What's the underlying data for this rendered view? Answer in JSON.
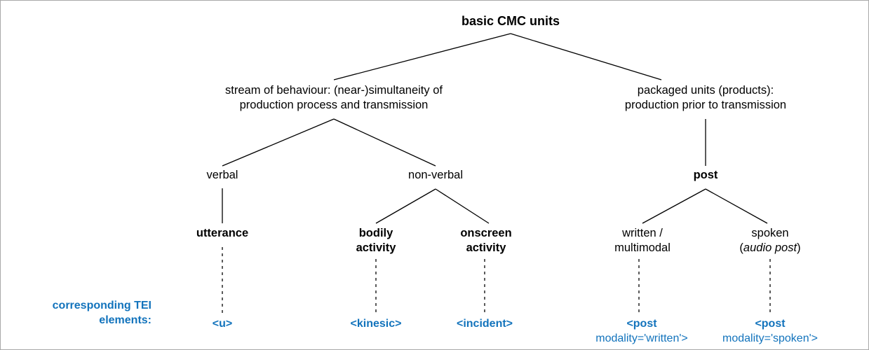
{
  "diagram": {
    "title_node": "basic CMC units",
    "colors": {
      "tei_blue": "#1273bc",
      "line": "#000000",
      "border": "#a8a8a8",
      "background": "#ffffff"
    },
    "level1": {
      "left_line1": "stream of behaviour: (near-)simultaneity of",
      "left_line2": "production process and transmission",
      "right_line1": "packaged units (products):",
      "right_line2": "production prior to transmission"
    },
    "level2": {
      "verbal": "verbal",
      "non_verbal": "non-verbal",
      "post": "post"
    },
    "level3": {
      "utterance": "utterance",
      "bodily_line1": "bodily",
      "bodily_line2": "activity",
      "onscreen_line1": "onscreen",
      "onscreen_line2": "activity",
      "written_line1": "written /",
      "written_line2": "multimodal",
      "spoken_line1": "spoken",
      "spoken_paren_open": "(",
      "spoken_italic": "audio post",
      "spoken_paren_close": ")"
    },
    "tei": {
      "legend_line1": "corresponding TEI",
      "legend_line2": "elements:",
      "u": "<u>",
      "kinesic": "<kinesic>",
      "incident": "<incident>",
      "post_written_line1": "<post",
      "post_written_line2": "modality='written'>",
      "post_spoken_line1": "<post",
      "post_spoken_line2": "modality='spoken'>"
    }
  }
}
